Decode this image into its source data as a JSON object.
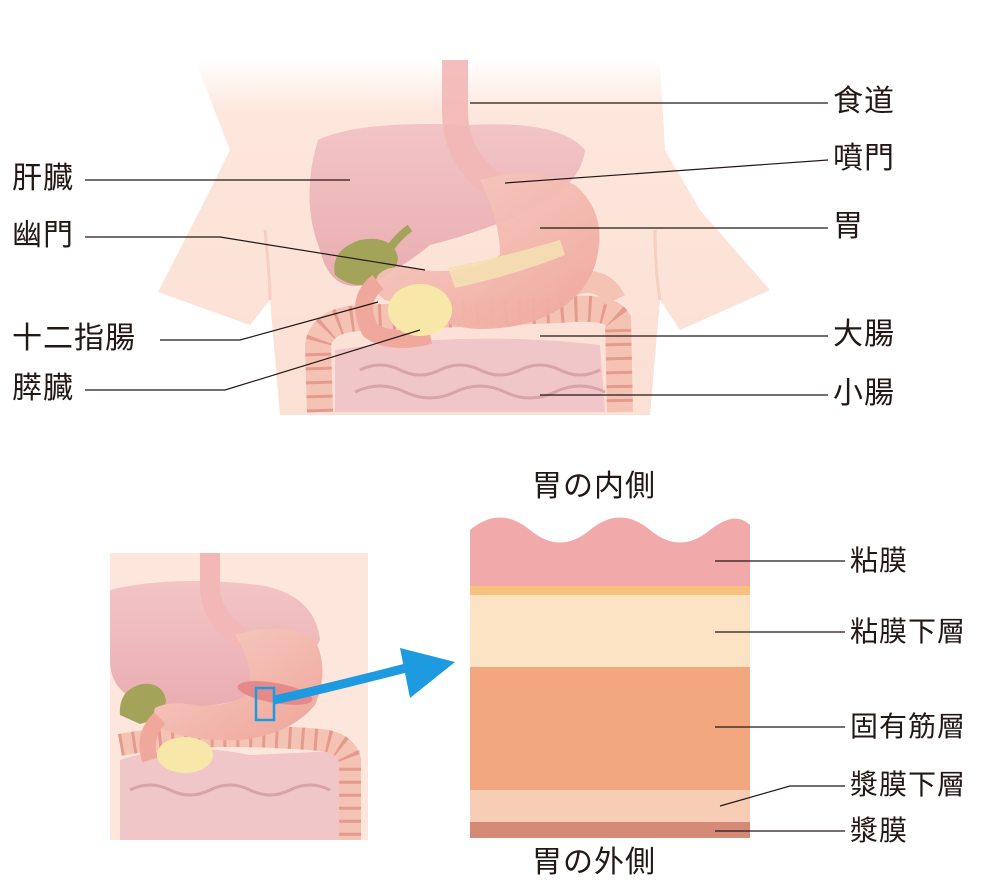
{
  "anatomy": {
    "left_labels": [
      "肝臓",
      "幽門",
      "十二指腸",
      "膵臓"
    ],
    "right_labels": [
      "食道",
      "噴門",
      "胃",
      "大腸",
      "小腸"
    ]
  },
  "stomach_wall": {
    "title_inner": "胃の内側",
    "title_outer": "胃の外側",
    "layers": [
      "粘膜",
      "粘膜下層",
      "固有筋層",
      "漿膜下層",
      "漿膜"
    ]
  },
  "colors": {
    "mucosa": "#f1a9a9",
    "mucosa_edge": "#f6c27e",
    "submucosa": "#fbe3c4",
    "muscularis": "#f2a77f",
    "subserosa": "#f8cdb6",
    "serosa": "#d58a78",
    "arrow": "#1e9ae0",
    "leader": "#231815"
  }
}
